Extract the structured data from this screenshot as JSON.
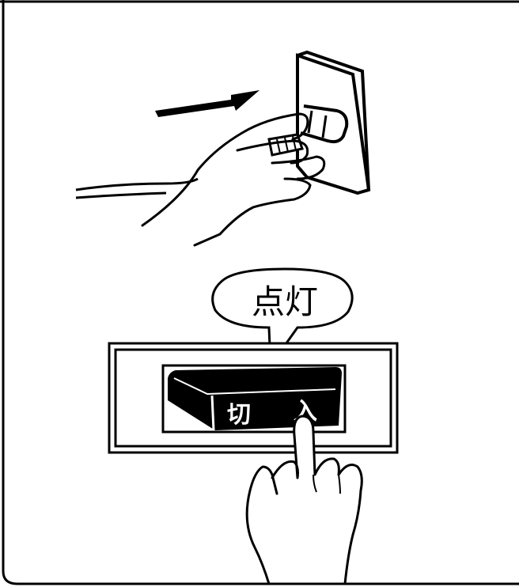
{
  "diagram": {
    "step1": {
      "direction_arrow": "arrow-right-icon",
      "subject": "plug-into-wall-socket"
    },
    "step2": {
      "speech_bubble_text": "点灯",
      "switch_label_left": "切",
      "switch_label_right": "入"
    }
  },
  "colors": {
    "line": "#000000",
    "background": "#ffffff"
  }
}
